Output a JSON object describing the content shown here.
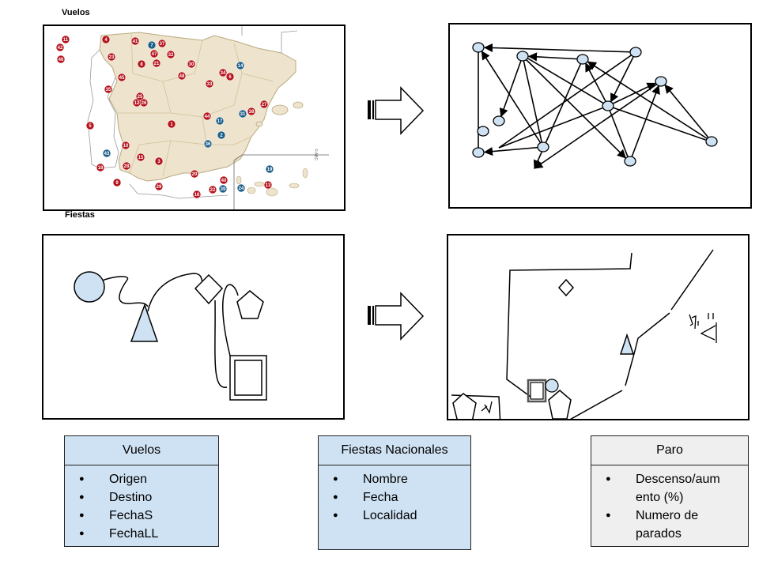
{
  "titles": {
    "vuelos": "Vuelos",
    "fiestas": "Fiestas"
  },
  "map": {
    "description": "Map of Spain with numbered airport/flight markers",
    "copyright": "© ABC",
    "colors": {
      "land": "#eee3cc",
      "border": "#c9b88f",
      "red_marker": "#b5121b",
      "blue_marker": "#1d5f8a",
      "sea": "#ffffff"
    },
    "red_markers": [
      "1",
      "3",
      "4",
      "5",
      "6",
      "8",
      "9",
      "10",
      "11",
      "12",
      "13",
      "15",
      "16",
      "18",
      "20",
      "21",
      "22",
      "23",
      "25",
      "26",
      "27",
      "28",
      "29",
      "30",
      "32",
      "33",
      "34",
      "35",
      "37",
      "38",
      "40",
      "41",
      "42",
      "44",
      "45",
      "46",
      "47",
      "48"
    ],
    "blue_markers": [
      "2",
      "7",
      "14",
      "17",
      "19",
      "24",
      "31",
      "36",
      "39",
      "43"
    ]
  },
  "graph": {
    "node_color": "#cfe2f3",
    "node_count": 12
  },
  "shapes": {
    "fill_color": "#cfe2f3",
    "items": [
      "circle",
      "triangle",
      "diamond",
      "pentagon",
      "double-rectangle"
    ]
  },
  "entities": [
    {
      "name": "Vuelos",
      "fields": [
        "Origen",
        "Destino",
        "FechaS",
        "FechaLL"
      ],
      "color": "#cfe2f3"
    },
    {
      "name": "Fiestas Nacionales",
      "fields": [
        "Nombre",
        "Fecha",
        "Localidad"
      ],
      "color": "#cfe2f3"
    },
    {
      "name": "Paro",
      "fields": [
        "Descenso/aum ento (%)",
        "Numero de parados"
      ],
      "color": "#efefef"
    }
  ]
}
